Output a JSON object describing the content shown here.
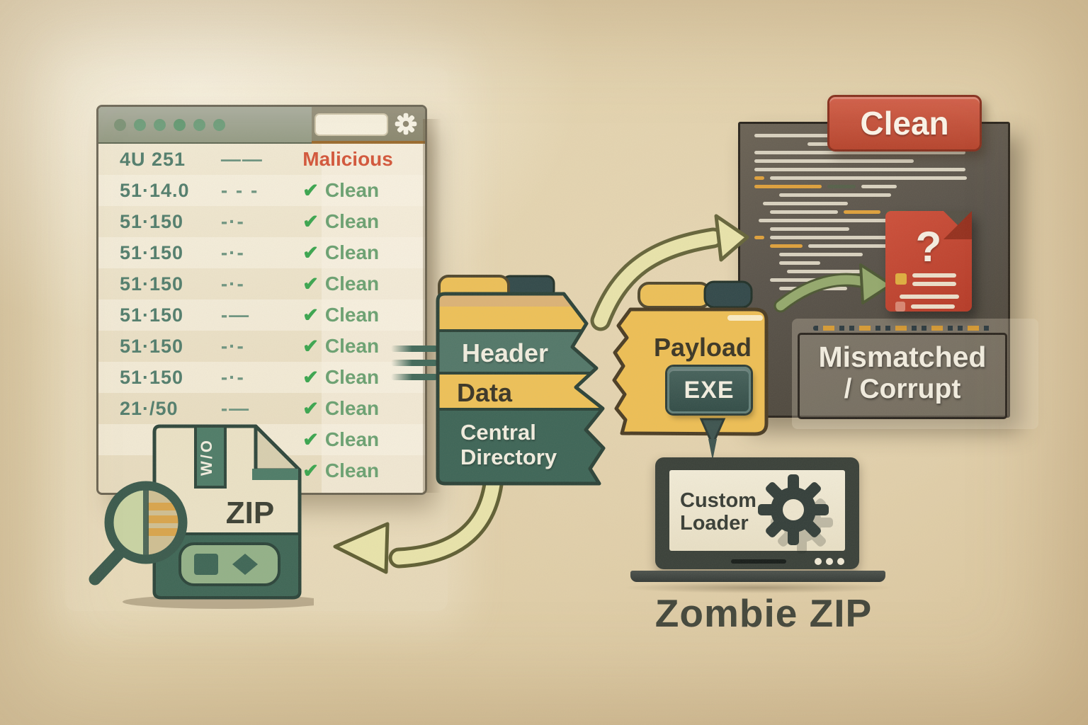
{
  "scan_window": {
    "traffic_dots": 6,
    "check_glyph": "✔",
    "settings_icon": "gear",
    "search_value": "",
    "rows": [
      {
        "id": "4U 251",
        "dash": "——",
        "status": "Malicious",
        "malicious": true
      },
      {
        "id": "51·14.0",
        "dash": "- - -",
        "status": "Clean",
        "malicious": false
      },
      {
        "id": "51·150",
        "dash": "-·-",
        "status": "Clean",
        "malicious": false
      },
      {
        "id": "51·150",
        "dash": "-·-",
        "status": "Clean",
        "malicious": false
      },
      {
        "id": "51·150",
        "dash": "-·-",
        "status": "Clean",
        "malicious": false
      },
      {
        "id": "51·150",
        "dash": "-—",
        "status": "Clean",
        "malicious": false
      },
      {
        "id": "51·150",
        "dash": "-·-",
        "status": "Clean",
        "malicious": false
      },
      {
        "id": "51·150",
        "dash": "-·-",
        "status": "Clean",
        "malicious": false
      },
      {
        "id": "21·/50",
        "dash": "-—",
        "status": "Clean",
        "malicious": false
      },
      {
        "id": "",
        "dash": "",
        "status": "Clean",
        "malicious": false
      },
      {
        "id": "",
        "dash": "",
        "status": "Clean",
        "malicious": false
      }
    ]
  },
  "zip_file": {
    "label": "ZIP",
    "zipper_label": "W/O",
    "magnifier_icon": "magnifying-glass"
  },
  "zip_structure": {
    "header": "Header",
    "data": "Data",
    "central": "Central Directory"
  },
  "payload": {
    "label": "Payload",
    "exe": "EXE"
  },
  "scan_badge": {
    "label": "Clean"
  },
  "verdict": {
    "line1": "Mismatched",
    "line2": "/ Corrupt"
  },
  "loader": {
    "label": "Custom Loader"
  },
  "caption": "Zombie ZIP",
  "colors": {
    "badge_red": "#c5503a",
    "malicious_red": "#d4563a",
    "clean_green": "#6ba272",
    "folder_yellow": "#eec158",
    "band_green": "#4f7567",
    "central_green": "#3e6456",
    "panel_dark": "#57514a",
    "arrow_pale": "#e9e4ab"
  },
  "code_panel": {
    "lines": [
      [
        0,
        [
          [
            268,
            "l"
          ]
        ]
      ],
      [
        75,
        [
          [
            66,
            "l"
          ]
        ]
      ],
      [
        0,
        [
          [
            298,
            "l"
          ]
        ]
      ],
      [
        0,
        [
          [
            225,
            "l"
          ]
        ]
      ],
      [
        0,
        [
          [
            298,
            "l"
          ]
        ]
      ],
      [
        0,
        [
          [
            14,
            "y"
          ],
          [
            278,
            "l"
          ]
        ]
      ],
      [
        0,
        [
          [
            95,
            "y"
          ],
          [
            40,
            "g"
          ],
          [
            50,
            "l"
          ]
        ]
      ],
      [
        35,
        [
          [
            158,
            "l"
          ]
        ]
      ],
      [
        12,
        [
          [
            120,
            "l"
          ]
        ]
      ],
      [
        22,
        [
          [
            96,
            "l"
          ],
          [
            52,
            "y"
          ],
          [
            30,
            "g"
          ]
        ]
      ],
      [
        6,
        [
          [
            270,
            "l"
          ]
        ]
      ],
      [
        22,
        [
          [
            112,
            "l"
          ]
        ]
      ],
      [
        0,
        [
          [
            14,
            "y"
          ],
          [
            235,
            "l"
          ]
        ]
      ],
      [
        22,
        [
          [
            46,
            "y"
          ],
          [
            132,
            "l"
          ]
        ]
      ],
      [
        35,
        [
          [
            118,
            "l"
          ]
        ]
      ],
      [
        35,
        [
          [
            58,
            "l"
          ]
        ]
      ],
      [
        46,
        [
          [
            104,
            "l"
          ]
        ]
      ],
      [
        22,
        [
          [
            86,
            "l"
          ]
        ]
      ],
      [
        35,
        [
          [
            96,
            "l"
          ]
        ]
      ]
    ]
  }
}
